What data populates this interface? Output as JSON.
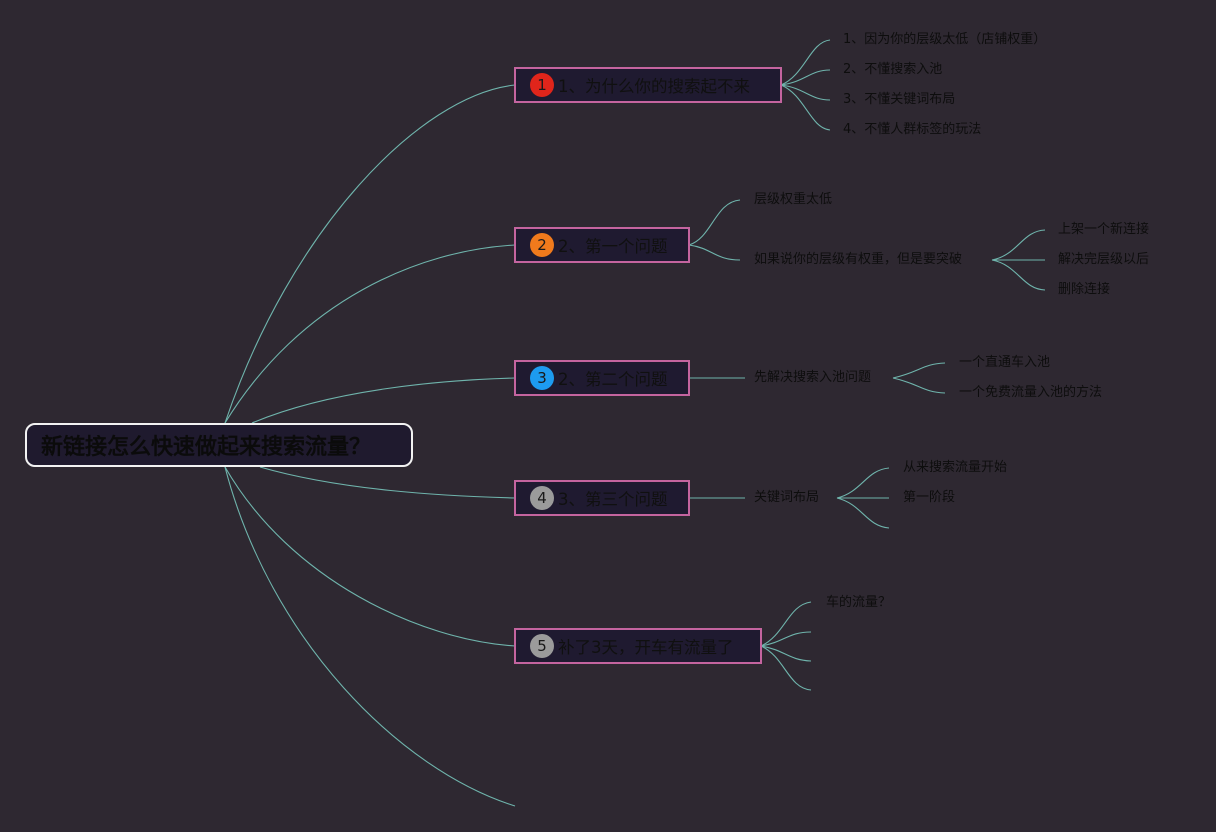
{
  "root": {
    "text": "新链接怎么快速做起来搜索流量？"
  },
  "topics": [
    {
      "badge": "1",
      "badge_color": "#e0251b",
      "label": "1、为什么你的搜索起不来",
      "children": [
        "1、因为你的层级太低（店铺权重）",
        "2、不懂搜索入池",
        "3、不懂关键词布局",
        "4、不懂人群标签的玩法"
      ]
    },
    {
      "badge": "2",
      "badge_color": "#f07a1c",
      "label": "2、第一个问题",
      "children": [
        "层级权重太低",
        "如果说你的层级有权重，但是要突破"
      ],
      "grandchildren": [
        "上架一个新连接",
        "解决完层级以后",
        "删除连接"
      ]
    },
    {
      "badge": "3",
      "badge_color": "#1d9bf0",
      "label": "2、第二个问题",
      "children": [
        "先解决搜索入池问题"
      ],
      "grandchildren": [
        "一个直通车入池",
        "一个免费流量入池的方法"
      ]
    },
    {
      "badge": "4",
      "badge_color": "#9b9b9b",
      "label": "3、第三个问题",
      "children": [
        "关键词布局"
      ],
      "grandchildren": [
        "从来搜索流量开始",
        "第一阶段"
      ]
    },
    {
      "badge": "5",
      "badge_color": "#9b9b9b",
      "label": "补了3天，开车有流量了",
      "children": [
        "车的流量？"
      ]
    }
  ],
  "colors": {
    "background": "#2e2831",
    "connector": "#6fb4ac",
    "topic_border": "#c4649f",
    "root_border": "#f2f2f2"
  }
}
